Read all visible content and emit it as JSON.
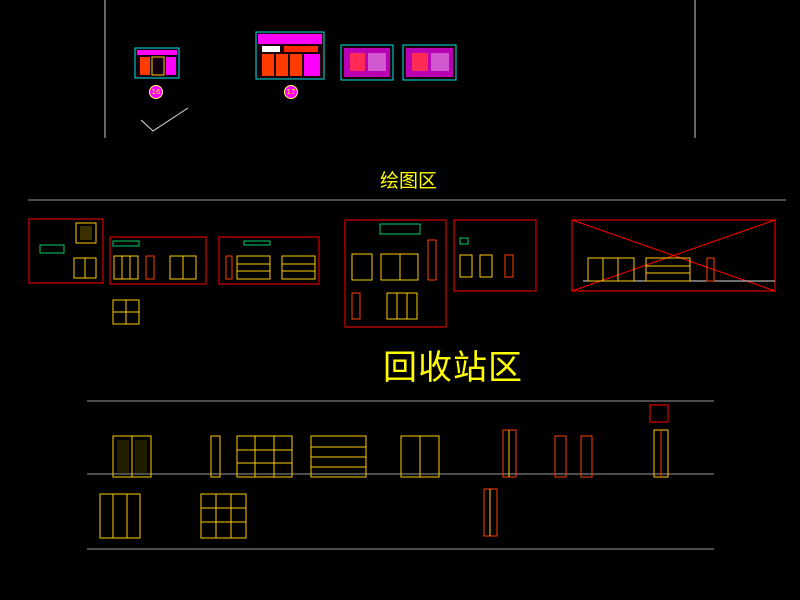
{
  "zones": {
    "drawing_label": "绘图区",
    "recycle_label": "回收站区"
  },
  "sheet_markers": [
    "16",
    "17"
  ],
  "colors": {
    "background": "#000000",
    "label_text": "#ffff00",
    "frame_red": "#ff0000",
    "furniture_yellow": "#ffcc00",
    "divider_grey": "#9a9a9a",
    "marker_magenta": "#ff00ff",
    "frame_cyan": "#00e6e6"
  }
}
